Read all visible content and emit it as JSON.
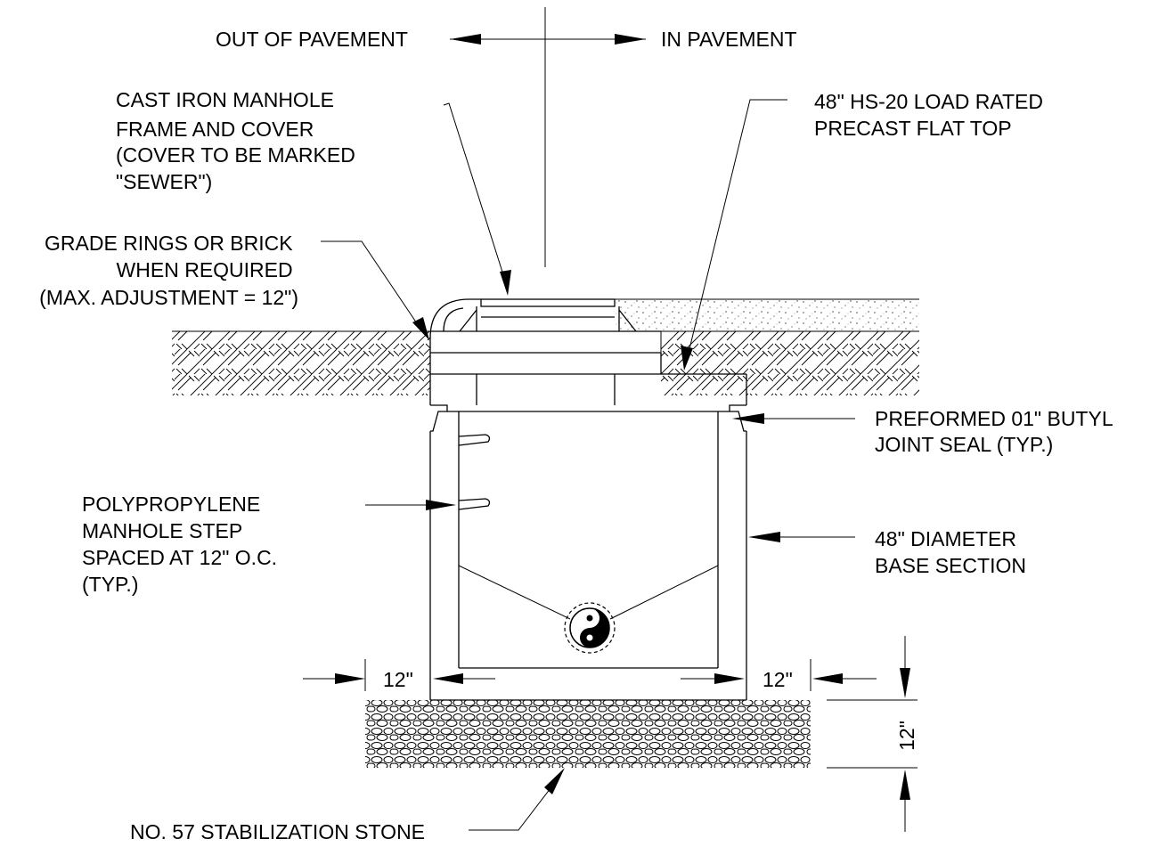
{
  "labels": {
    "out_of_pavement": "OUT OF PAVEMENT",
    "in_pavement": "IN PAVEMENT",
    "frame_cover": [
      "CAST IRON MANHOLE",
      "FRAME AND COVER",
      "(COVER TO BE MARKED",
      "\"SEWER\")"
    ],
    "flat_top": [
      "48\" HS-20 LOAD RATED",
      "PRECAST FLAT TOP"
    ],
    "grade_rings": [
      "GRADE RINGS OR BRICK",
      "WHEN REQUIRED",
      "(MAX. ADJUSTMENT = 12\")"
    ],
    "joint_seal": [
      "PREFORMED 01\" BUTYL",
      "JOINT SEAL (TYP.)"
    ],
    "manhole_step": [
      "POLYPROPYLENE",
      "MANHOLE STEP",
      "SPACED AT 12\" O.C.",
      "(TYP.)"
    ],
    "base_section": [
      "48\" DIAMETER",
      "BASE SECTION"
    ],
    "dim_left": "12\"",
    "dim_right": "12\"",
    "dim_vertical": "12\"",
    "stone": "NO. 57 STABILIZATION STONE"
  }
}
